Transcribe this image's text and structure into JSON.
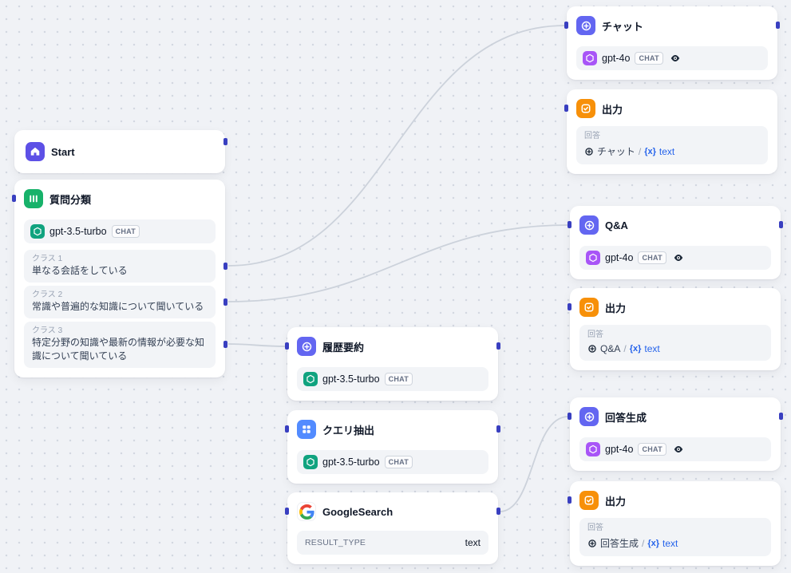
{
  "colors": {
    "canvas_bg": "#f0f2f6",
    "edge": "#ccd2db",
    "handle": "#393fc0",
    "start_icon_bg": "#5d50e6",
    "classifier_icon_bg": "#17b26a",
    "llm_icon_bg": "#6366f1",
    "query_icon_bg": "#528bff",
    "end_icon_bg": "#f79009",
    "gpt35_icon_bg": "#10a37f",
    "gpt4o_icon_bg": "#a855f7",
    "variable_blue": "#2563eb"
  },
  "nodes": {
    "start": {
      "title": "Start"
    },
    "classifier": {
      "title": "質問分類",
      "model": "gpt-3.5-turbo",
      "model_badge": "CHAT",
      "classes": [
        {
          "label": "クラス 1",
          "text": "単なる会話をしている"
        },
        {
          "label": "クラス 2",
          "text": "常識や普遍的な知識について聞いている"
        },
        {
          "label": "クラス 3",
          "text": "特定分野の知識や最新の情報が必要な知識について聞いている"
        }
      ]
    },
    "history": {
      "title": "履歴要約",
      "model": "gpt-3.5-turbo",
      "model_badge": "CHAT"
    },
    "query": {
      "title": "クエリ抽出",
      "model": "gpt-3.5-turbo",
      "model_badge": "CHAT"
    },
    "google": {
      "title": "GoogleSearch",
      "param_label": "RESULT_TYPE",
      "param_value": "text"
    },
    "chat": {
      "title": "チャット",
      "model": "gpt-4o",
      "model_badge": "CHAT"
    },
    "qa": {
      "title": "Q&A",
      "model": "gpt-4o",
      "model_badge": "CHAT"
    },
    "answer": {
      "title": "回答生成",
      "model": "gpt-4o",
      "model_badge": "CHAT"
    },
    "output_chat": {
      "title": "出力",
      "field_label": "回答",
      "source": "チャット",
      "separator": "/",
      "var_token": "{x}",
      "var_name": "text"
    },
    "output_qa": {
      "title": "出力",
      "field_label": "回答",
      "source": "Q&A",
      "separator": "/",
      "var_token": "{x}",
      "var_name": "text"
    },
    "output_answer": {
      "title": "出力",
      "field_label": "回答",
      "source": "回答生成",
      "separator": "/",
      "var_token": "{x}",
      "var_name": "text"
    }
  }
}
